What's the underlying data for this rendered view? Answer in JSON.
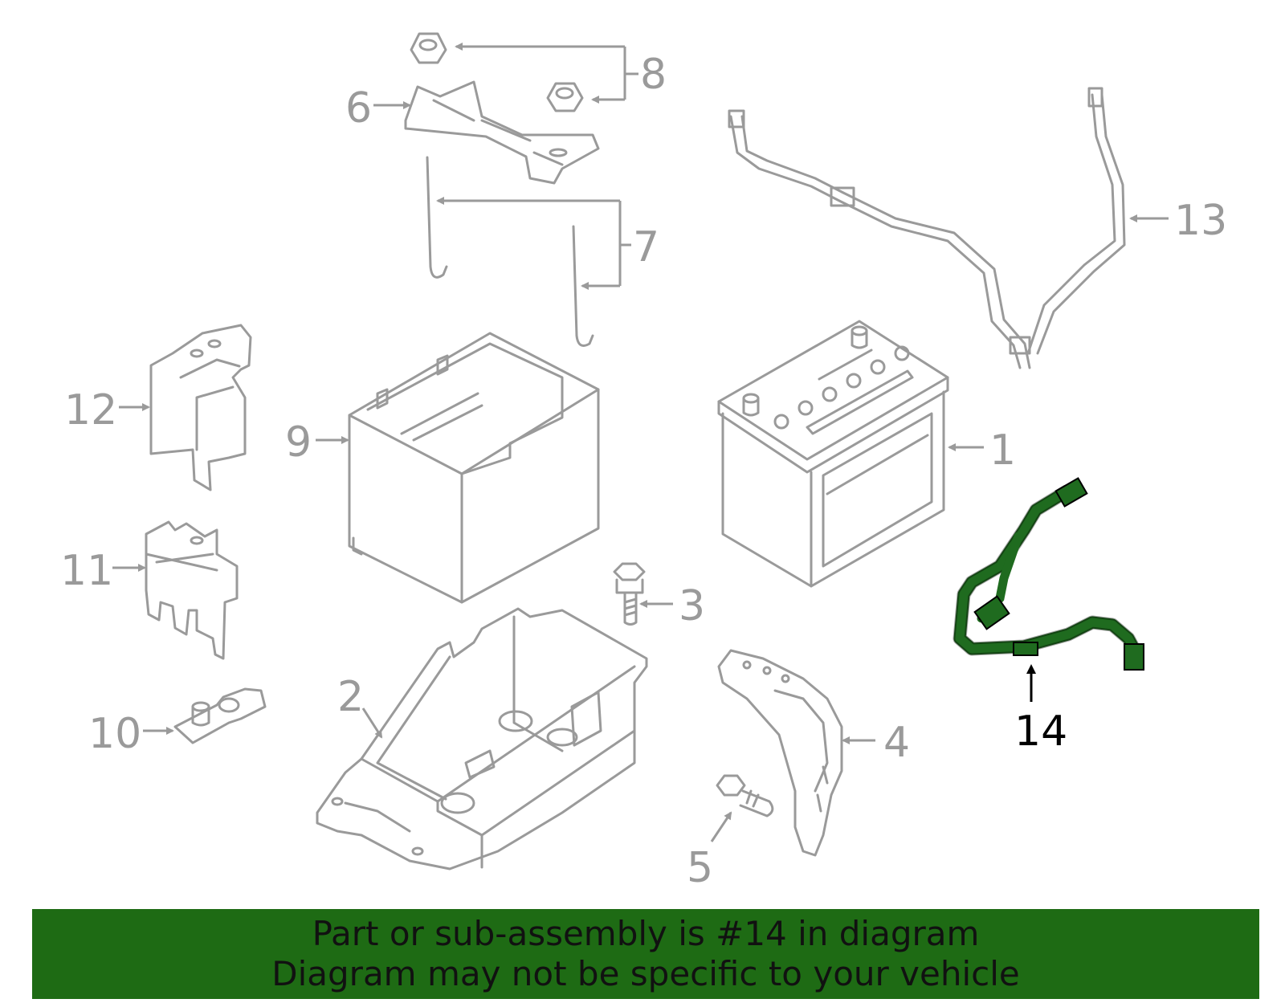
{
  "colors": {
    "part_stroke": "#9a9a9a",
    "highlight_part": "#1f6b1f",
    "footer_background": "#1e6b14",
    "footer_text": "#111111"
  },
  "callouts": {
    "n1": "1",
    "n2": "2",
    "n3": "3",
    "n4": "4",
    "n5": "5",
    "n6": "6",
    "n7": "7",
    "n8": "8",
    "n9": "9",
    "n10": "10",
    "n11": "11",
    "n12": "12",
    "n13": "13",
    "n14": "14"
  },
  "highlighted_part": "14",
  "footer": {
    "line1": "Part or sub-assembly is #14 in diagram",
    "line2": "Diagram may not be specific to your vehicle"
  }
}
